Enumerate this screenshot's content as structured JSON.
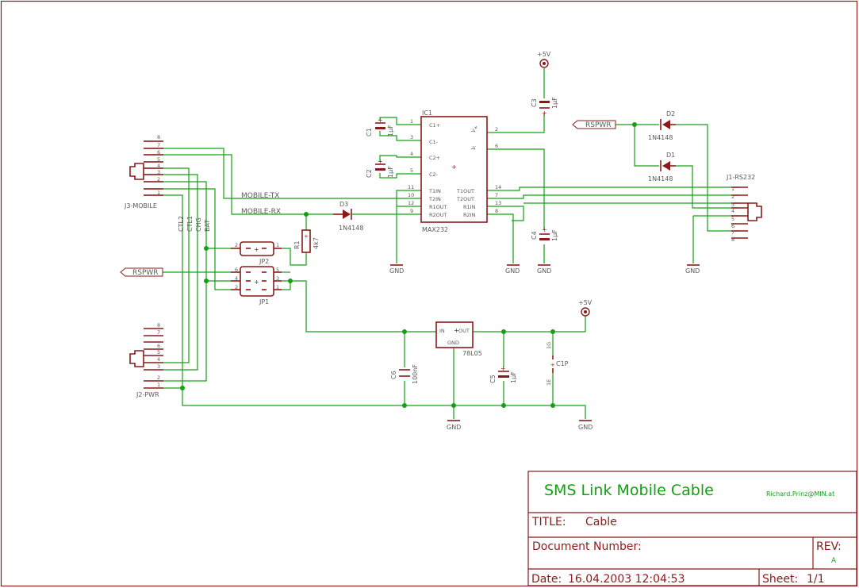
{
  "title_block": {
    "project_title": "SMS Link Mobile Cable",
    "author": "Richard.Prinz@MIN.at",
    "title_label": "TITLE:",
    "title_value": "Cable",
    "document_number_label": "Document Number:",
    "rev_label": "REV:",
    "rev_value": "A",
    "date_label": "Date:",
    "date_value": "16.04.2003 12:04:53",
    "sheet_label": "Sheet:",
    "sheet_value": "1/1"
  },
  "nets": {
    "mobile_tx": "MOBILE-TX",
    "mobile_rx": "MOBILE-RX",
    "rspwr": "RSPWR",
    "vcc": "+5V",
    "gnd": "GND"
  },
  "components": {
    "ic1": {
      "ref": "IC1",
      "value": "MAX232",
      "pins_left": [
        "C1+",
        "C1-",
        "C2+",
        "C2-",
        "T1IN",
        "T2IN",
        "R1OUT",
        "R2OUT"
      ],
      "pins_left_num": [
        "1",
        "3",
        "4",
        "5",
        "11",
        "10",
        "12",
        "9"
      ],
      "pins_right": [
        "T1OUT",
        "T2OUT",
        "R1IN",
        "R2IN"
      ],
      "pins_right_num": [
        "14",
        "7",
        "13",
        "8"
      ],
      "pins_right_top_num": [
        "2",
        "6"
      ],
      "pin_vplus": "V+",
      "pin_vminus": "V-"
    },
    "c1": {
      "ref": "C1",
      "value": "1µF"
    },
    "c2": {
      "ref": "C2",
      "value": "1µF"
    },
    "c3": {
      "ref": "C3",
      "value": "1µF"
    },
    "c4": {
      "ref": "C4",
      "value": "1µF"
    },
    "c5": {
      "ref": "C5",
      "value": "1µF"
    },
    "c6": {
      "ref": "C6",
      "value": "100nF"
    },
    "c1p": {
      "ref": "C1P",
      "pin_top": "1G",
      "pin_bottom": "1E"
    },
    "d1": {
      "ref": "D1",
      "value": "1N4148"
    },
    "d2": {
      "ref": "D2",
      "value": "1N4148"
    },
    "d3": {
      "ref": "D3",
      "value": "1N4148"
    },
    "r1": {
      "ref": "R1",
      "value": "4k7"
    },
    "jp1": {
      "ref": "JP1",
      "pins_left": [
        "6",
        "4",
        "2"
      ],
      "pins_right": [
        "5",
        "3",
        "1"
      ]
    },
    "jp2": {
      "ref": "JP2",
      "pin_left": "2",
      "pin_right": "1"
    },
    "reg": {
      "value": "78L05",
      "pin_in": "IN",
      "pin_out": "OUT",
      "pin_gnd": "GND"
    },
    "j3": {
      "ref": "J3-MOBILE",
      "pins": [
        "8",
        "7",
        "6",
        "5",
        "4",
        "3",
        "2",
        "1"
      ]
    },
    "j2": {
      "ref": "J2-PWR",
      "pins": [
        "8",
        "7",
        "6",
        "5",
        "4",
        "3",
        "2",
        "1"
      ]
    },
    "j1": {
      "ref": "J1-RS232",
      "pins": [
        "1",
        "2",
        "3",
        "4",
        "5",
        "6",
        "7",
        "8"
      ]
    },
    "bus_labels": [
      "CTL2",
      "CTL1",
      "CHG",
      "BAT"
    ]
  }
}
